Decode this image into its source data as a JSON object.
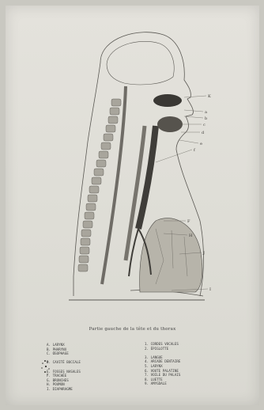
{
  "caption": "Partie gauche de la tête et du thorax",
  "legend_left": [
    {
      "key": "A.",
      "label": "LARYNX"
    },
    {
      "key": "B.",
      "label": "PHARYNX"
    },
    {
      "key": "C.",
      "label": "ŒSOPHAGE"
    },
    {
      "key": "",
      "label": ""
    },
    {
      "key": "D.",
      "label": "CAVITÉ BUCCALE"
    },
    {
      "key": "",
      "label": ""
    },
    {
      "key": "E.",
      "label": "FOSSES NASALES"
    },
    {
      "key": "F.",
      "label": "TRACHÉE"
    },
    {
      "key": "G.",
      "label": "BRONCHES"
    },
    {
      "key": "H.",
      "label": "POUMON"
    },
    {
      "key": "I.",
      "label": "DIAPHRAGME"
    }
  ],
  "legend_right": [
    {
      "key": "1.",
      "label": "CORDES VOCALES"
    },
    {
      "key": "2.",
      "label": "ÉPIGLOTTE"
    },
    {
      "key": "",
      "label": ""
    },
    {
      "key": "3.",
      "label": "LANGUE"
    },
    {
      "key": "4.",
      "label": "ARCADE DENTAIRE"
    },
    {
      "key": "5.",
      "label": "LARYNX"
    },
    {
      "key": "6.",
      "label": "VOUTE PALATINE"
    },
    {
      "key": "7.",
      "label": "VOILE DU PALAIS"
    },
    {
      "key": "8.",
      "label": "LUETTE"
    },
    {
      "key": "9.",
      "label": "AMYGDALE"
    }
  ],
  "plate_letters": [
    "K",
    "a",
    "b",
    "c",
    "d",
    "e",
    "f",
    "F",
    "H",
    "J",
    "I"
  ]
}
